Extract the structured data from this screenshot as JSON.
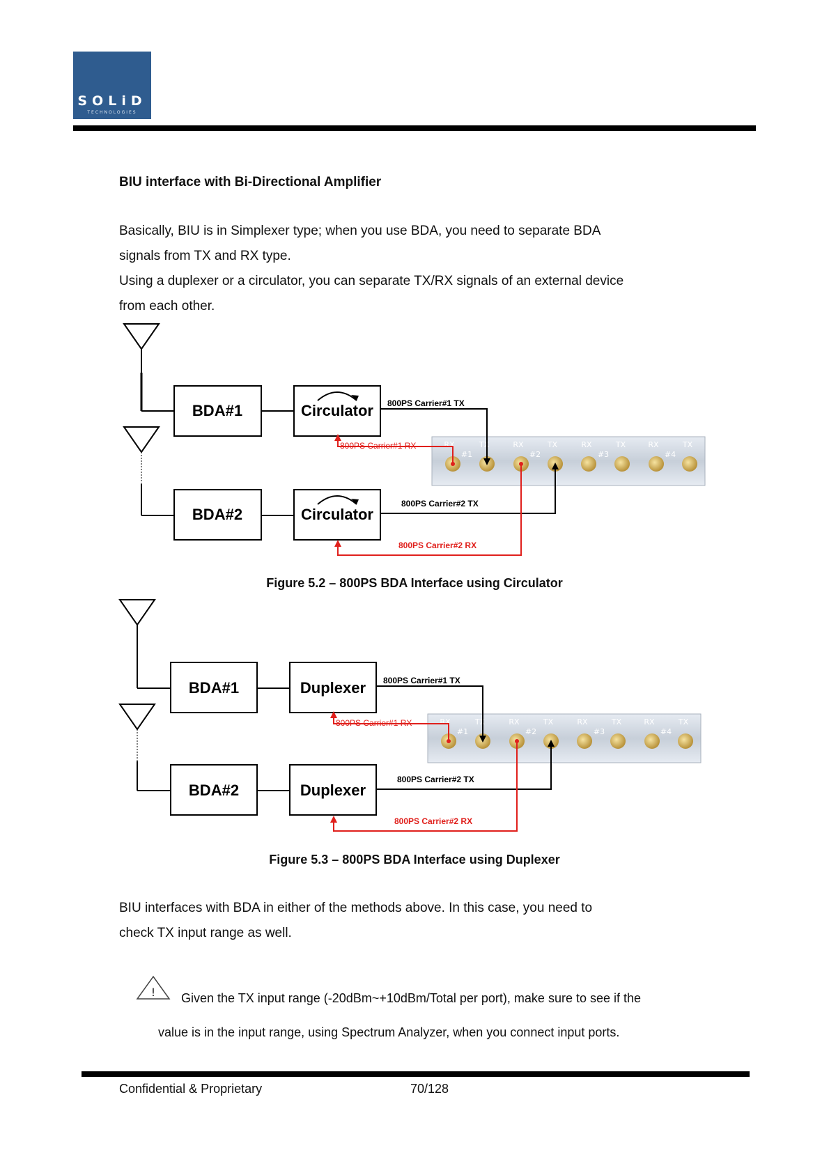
{
  "header": {
    "logo_name": "SOLiD",
    "logo_sub": "TECHNOLOGIES"
  },
  "heading": "BIU interface with Bi-Directional Amplifier",
  "intro": {
    "line1": "Basically, BIU is in Simplexer type; when you use BDA, you need to separate BDA",
    "line2": "signals from TX and RX type.",
    "line3": "Using a duplexer or a circulator, you can separate TX/RX signals of an external device",
    "line4": "from each other."
  },
  "figure_circulator": {
    "bda1": "BDA#1",
    "bda2": "BDA#2",
    "device1": "Circulator",
    "device2": "Circulator",
    "carrier1_tx": "800PS Carrier#1 TX",
    "carrier1_rx": "800PS Carrier#1 RX",
    "carrier2_tx": "800PS Carrier#2 TX",
    "carrier2_rx": "800PS Carrier#2 RX",
    "caption": "Figure 5.2 – 800PS BDA Interface using Circulator"
  },
  "figure_duplexer": {
    "bda1": "BDA#1",
    "bda2": "BDA#2",
    "device1": "Duplexer",
    "device2": "Duplexer",
    "carrier1_tx": "800PS Carrier#1 TX",
    "carrier1_rx": "800PS Carrier#1 RX",
    "carrier2_tx": "800PS Carrier#2 TX",
    "carrier2_rx": "800PS Carrier#2 RX",
    "caption": "Figure 5.3 – 800PS BDA Interface using Duplexer"
  },
  "panel_labels": {
    "rx": "RX",
    "tx": "TX",
    "p1": "#1",
    "p2": "#2",
    "p3": "#3",
    "p4": "#4"
  },
  "outro": {
    "line1": "BIU interfaces with BDA in either of the methods above. In this case, you need to",
    "line2": "check TX input range as well."
  },
  "note": {
    "line1": "Given the TX input range (-20dBm~+10dBm/Total per port), make sure to see if the",
    "line2": "value is in the input range, using Spectrum Analyzer, when you connect input ports."
  },
  "footer": {
    "left": "Confidential & Proprietary",
    "page": "70/128"
  },
  "colors": {
    "logo_blue": "#2f5c8f",
    "signal_red": "#e0201c"
  }
}
